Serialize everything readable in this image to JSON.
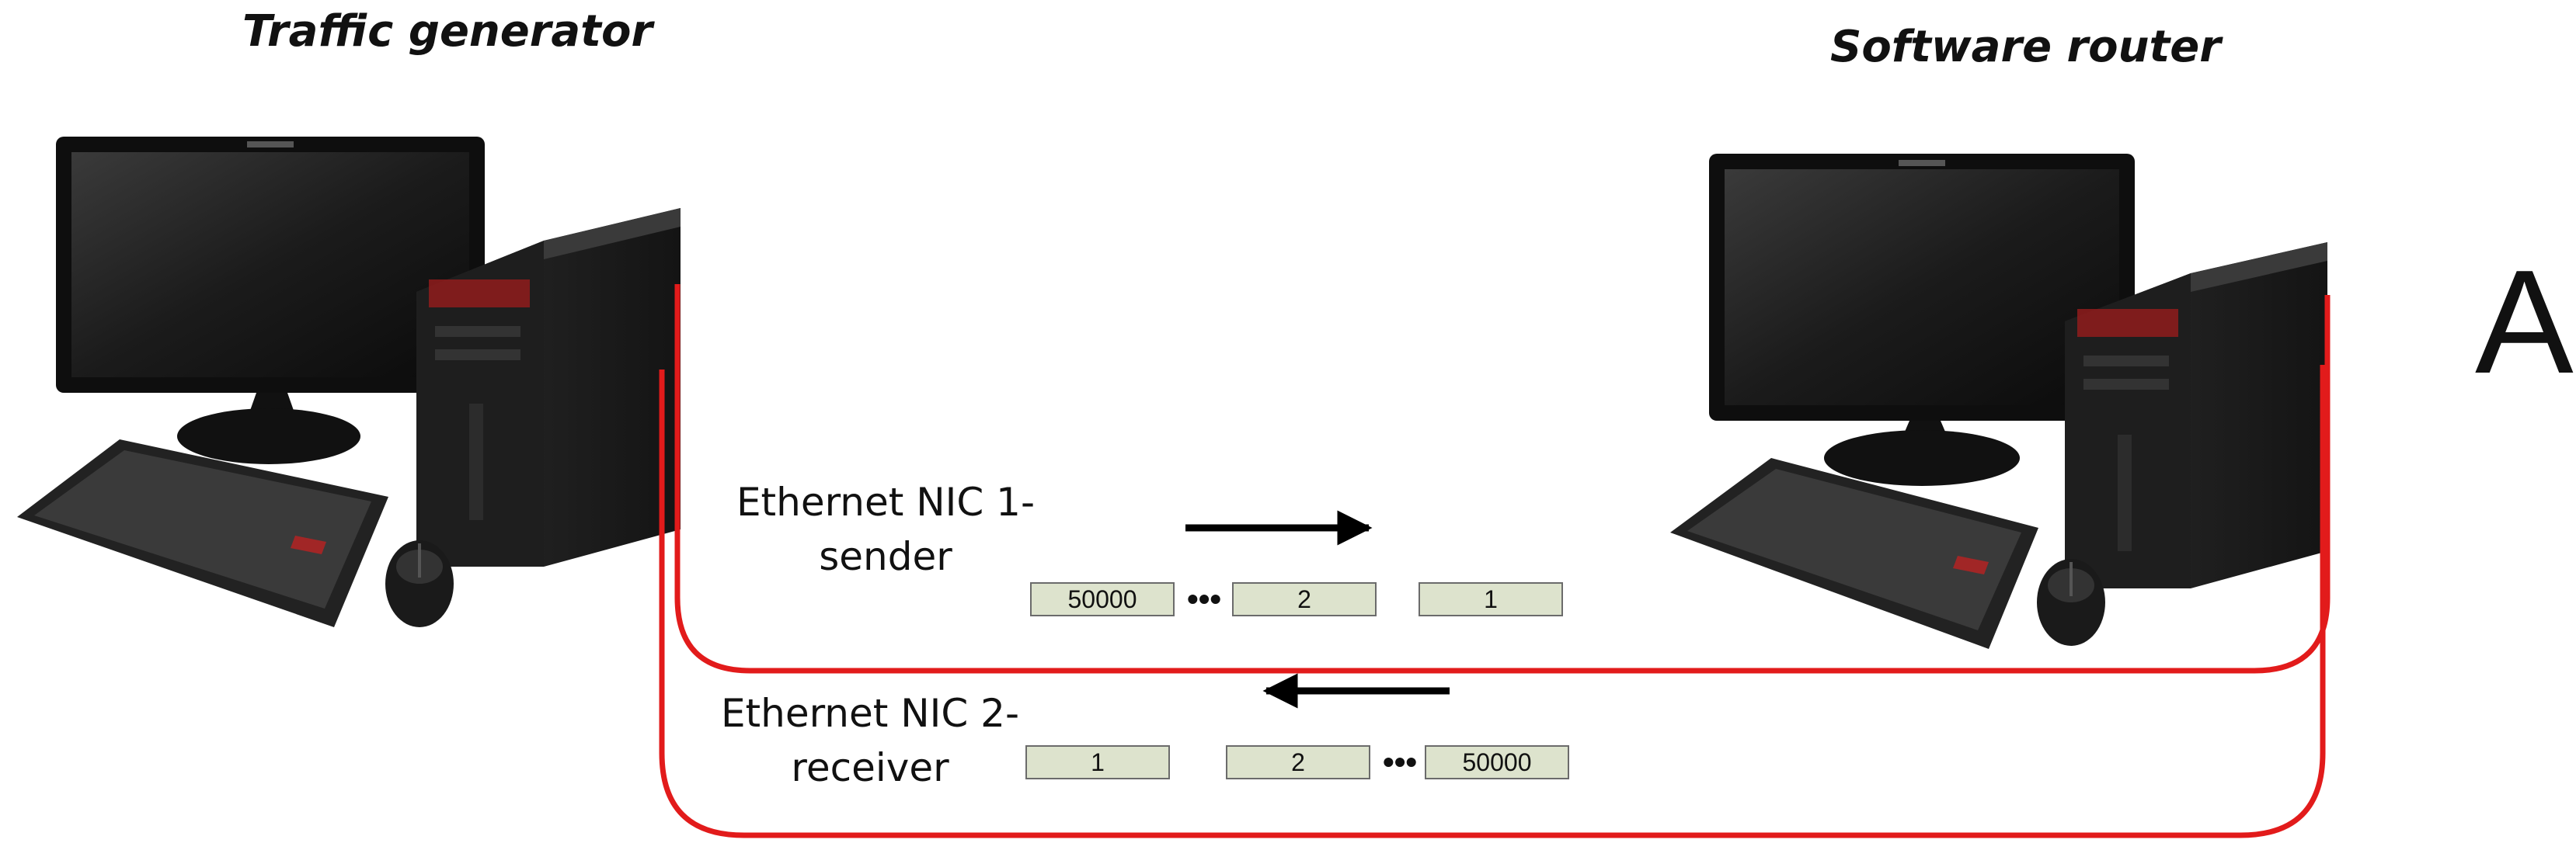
{
  "titles": {
    "traffic_generator": "Traffic generator",
    "software_router": "Software router"
  },
  "panel_letter": "A",
  "nic1": {
    "line1": "Ethernet NIC 1-",
    "line2": "sender"
  },
  "nic2": {
    "line1": "Ethernet NIC 2-",
    "line2": "receiver"
  },
  "send_row": {
    "packets": [
      "50000",
      "2",
      "1"
    ],
    "ellipsis": "•••"
  },
  "receive_row": {
    "packets": [
      "1",
      "2",
      "50000"
    ],
    "ellipsis": "•••"
  },
  "colors": {
    "cable": "#e21b1b",
    "packet_fill": "#dde3cd",
    "arrow": "#000000"
  }
}
